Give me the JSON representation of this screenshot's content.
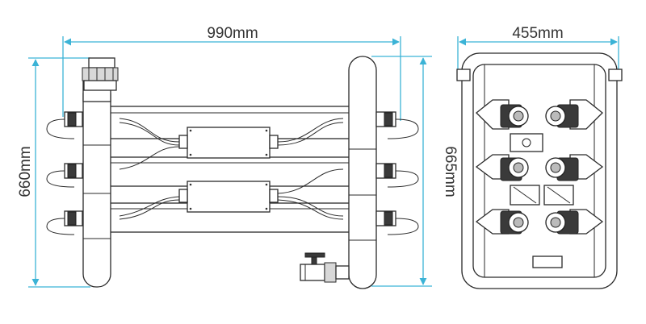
{
  "dimensions": {
    "width_front": "990mm",
    "height_left": "660mm",
    "height_right": "665mm",
    "width_side": "455mm"
  },
  "colors": {
    "dimension_line": "#3bb3d6",
    "outline": "#2a2a2a"
  }
}
